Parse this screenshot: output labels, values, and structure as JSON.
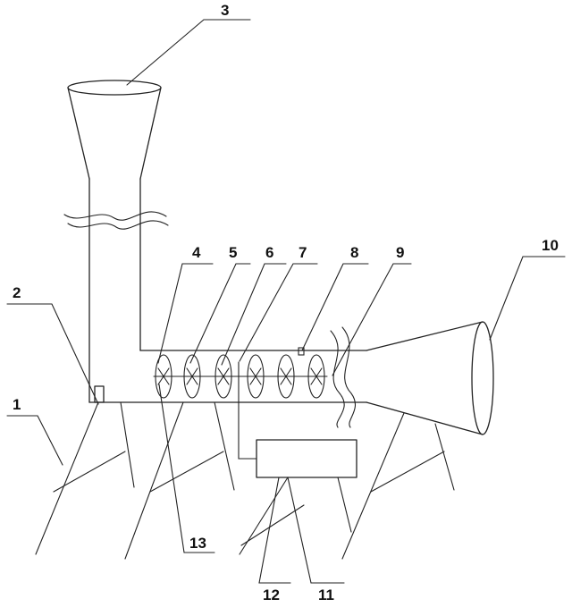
{
  "diagram": {
    "labels": {
      "n1": "1",
      "n2": "2",
      "n3": "3",
      "n4": "4",
      "n5": "5",
      "n6": "6",
      "n7": "7",
      "n8": "8",
      "n9": "9",
      "n10": "10",
      "n11": "11",
      "n12": "12",
      "n13": "13"
    },
    "colors": {
      "line": "#222222",
      "background": "#ffffff"
    }
  }
}
